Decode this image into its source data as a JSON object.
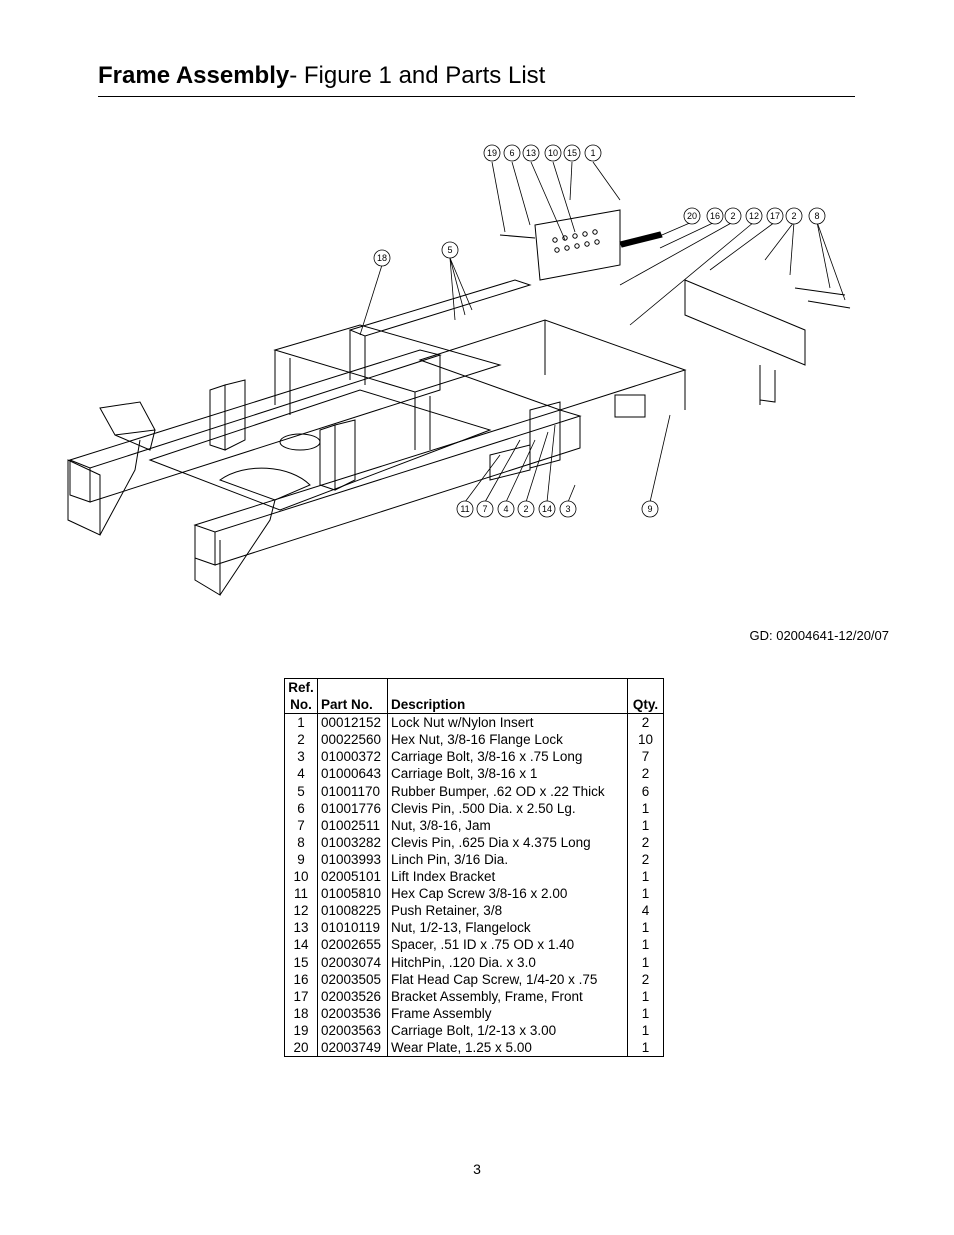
{
  "header": {
    "title_bold": "Frame Assembly",
    "title_rest": "- Figure 1 and Parts List"
  },
  "figure": {
    "callouts_top": [
      "19",
      "6",
      "13",
      "10",
      "15",
      "1"
    ],
    "callouts_mid": [
      "20",
      "16",
      "2",
      "12",
      "17",
      "2",
      "8"
    ],
    "callout_18": "18",
    "callout_5": "5",
    "callouts_bottom": [
      "11",
      "7",
      "4",
      "2",
      "14",
      "3"
    ],
    "callout_9": "9"
  },
  "drawing_id": "GD: 02004641-12/20/07",
  "parts_table": {
    "headers": {
      "ref_line1": "Ref.",
      "ref_line2": "No.",
      "part_no": "Part No.",
      "description": "Description",
      "qty": "Qty."
    },
    "rows": [
      {
        "ref": "1",
        "part": "00012152",
        "desc": "Lock Nut w/Nylon Insert",
        "qty": "2"
      },
      {
        "ref": "2",
        "part": "00022560",
        "desc": "Hex Nut, 3/8-16 Flange Lock",
        "qty": "10"
      },
      {
        "ref": "3",
        "part": "01000372",
        "desc": "Carriage Bolt, 3/8-16 x .75 Long",
        "qty": "7"
      },
      {
        "ref": "4",
        "part": "01000643",
        "desc": "Carriage Bolt, 3/8-16 x 1",
        "qty": "2"
      },
      {
        "ref": "5",
        "part": "01001170",
        "desc": "Rubber Bumper, .62 OD x .22 Thick",
        "qty": "6"
      },
      {
        "ref": "6",
        "part": "01001776",
        "desc": "Clevis Pin, .500 Dia. x 2.50 Lg.",
        "qty": "1"
      },
      {
        "ref": "7",
        "part": "01002511",
        "desc": "Nut, 3/8-16, Jam",
        "qty": "1"
      },
      {
        "ref": "8",
        "part": "01003282",
        "desc": "Clevis Pin, .625 Dia x 4.375 Long",
        "qty": "2"
      },
      {
        "ref": "9",
        "part": "01003993",
        "desc": "Linch Pin, 3/16 Dia.",
        "qty": "2"
      },
      {
        "ref": "10",
        "part": "02005101",
        "desc": "Lift Index Bracket",
        "qty": "1"
      },
      {
        "ref": "11",
        "part": "01005810",
        "desc": "Hex Cap Screw 3/8-16 x 2.00",
        "qty": "1"
      },
      {
        "ref": "12",
        "part": "01008225",
        "desc": "Push Retainer, 3/8",
        "qty": "4"
      },
      {
        "ref": "13",
        "part": "01010119",
        "desc": "Nut, 1/2-13, Flangelock",
        "qty": "1"
      },
      {
        "ref": "14",
        "part": "02002655",
        "desc": "Spacer, .51 ID x .75 OD x 1.40",
        "qty": "1"
      },
      {
        "ref": "15",
        "part": "02003074",
        "desc": "HitchPin, .120 Dia. x 3.0",
        "qty": "1"
      },
      {
        "ref": "16",
        "part": "02003505",
        "desc": "Flat Head Cap Screw, 1/4-20 x .75",
        "qty": "2"
      },
      {
        "ref": "17",
        "part": "02003526",
        "desc": "Bracket Assembly, Frame, Front",
        "qty": "1"
      },
      {
        "ref": "18",
        "part": "02003536",
        "desc": "Frame Assembly",
        "qty": "1"
      },
      {
        "ref": "19",
        "part": "02003563",
        "desc": "Carriage Bolt, 1/2-13 x 3.00",
        "qty": "1"
      },
      {
        "ref": "20",
        "part": "02003749",
        "desc": "Wear Plate, 1.25 x 5.00",
        "qty": "1"
      }
    ]
  },
  "page_number": "3"
}
